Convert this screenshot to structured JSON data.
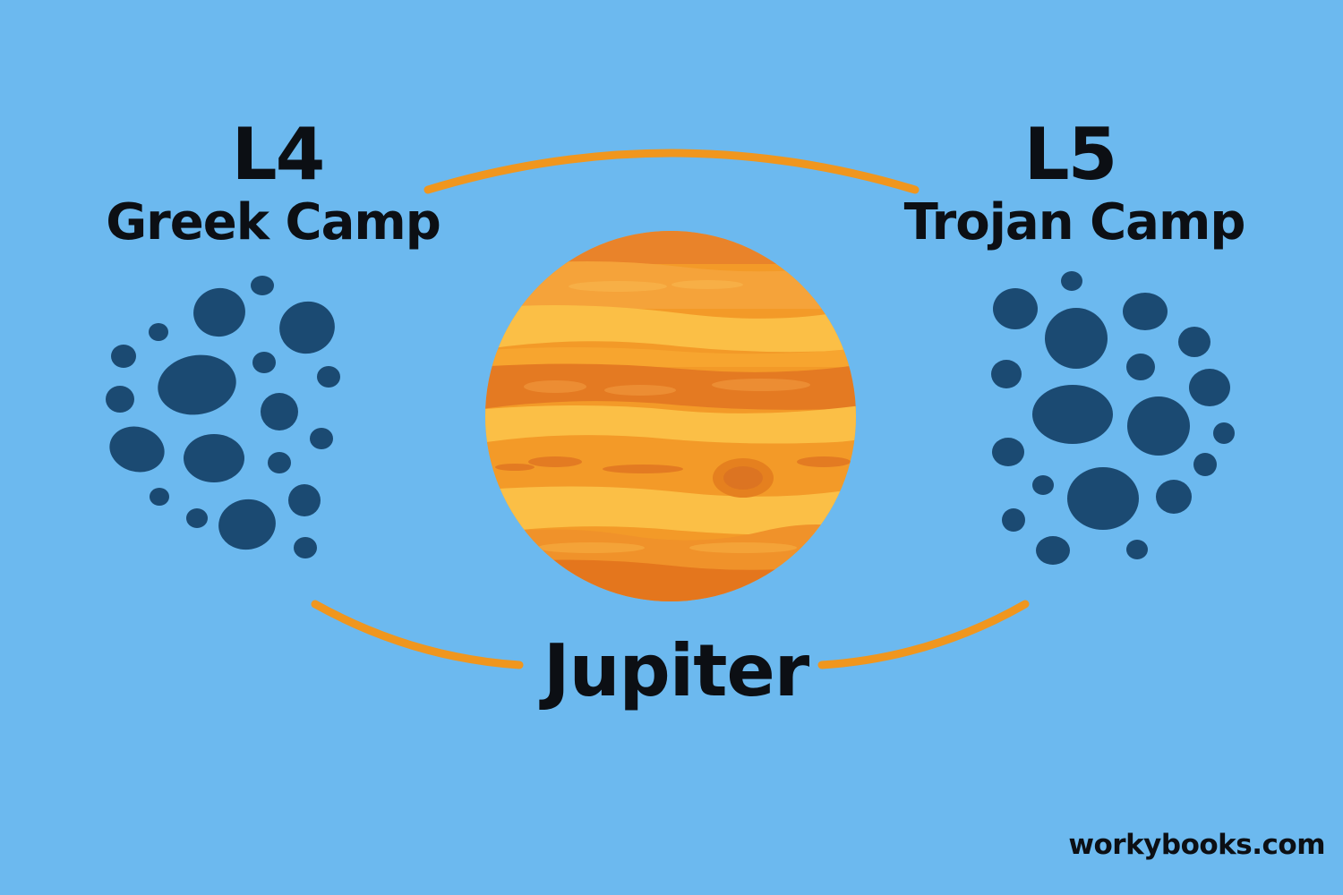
{
  "diagram": {
    "l4": {
      "point": "L4",
      "camp": "Greek Camp"
    },
    "l5": {
      "point": "L5",
      "camp": "Trojan Camp"
    },
    "planet": {
      "name": "Jupiter"
    },
    "credit": "workybooks.com"
  },
  "colors": {
    "background": "#6cb9ef",
    "orbit": "#f0961e",
    "asteroid": "#1b4a72",
    "text": "#0c0f14",
    "planet_base": "#f7a52f",
    "planet_light": "#fbbf46",
    "planet_dark": "#e4761d"
  },
  "icons": {
    "planet": "jupiter-planet-icon",
    "asteroids": "asteroid-icon"
  }
}
